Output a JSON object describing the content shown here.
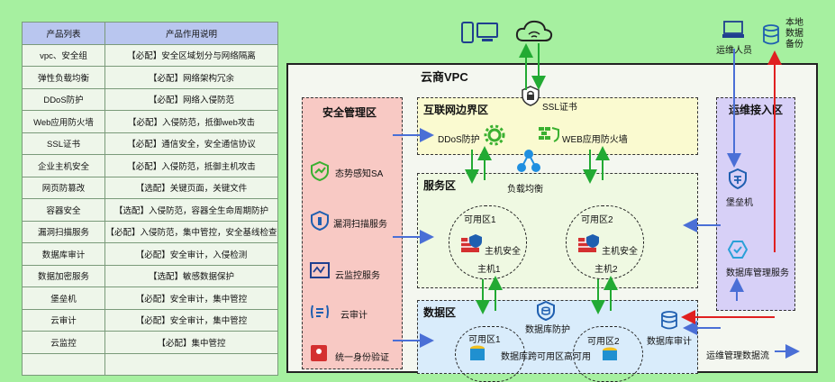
{
  "table": {
    "headers": [
      "产品列表",
      "产品作用说明"
    ],
    "rows": [
      [
        "vpc、安全组",
        "【必配】安全区域划分与网络隔离"
      ],
      [
        "弹性负载均衡",
        "【必配】网络架构冗余"
      ],
      [
        "DDoS防护",
        "【必配】网络入侵防范"
      ],
      [
        "Web应用防火墙",
        "【必配】入侵防范，抵御web攻击"
      ],
      [
        "SSL证书",
        "【必配】通信安全，安全通信协议"
      ],
      [
        "企业主机安全",
        "【必配】入侵防范，抵御主机攻击"
      ],
      [
        "网页防篡改",
        "【选配】关键页面，关键文件"
      ],
      [
        "容器安全",
        "【选配】入侵防范，容器全生命周期防护"
      ],
      [
        "漏洞扫描服务",
        "【必配】入侵防范，集中管控，安全基线检查"
      ],
      [
        "数据库审计",
        "【必配】安全审计，入侵检测"
      ],
      [
        "数据加密服务",
        "【选配】敏感数据保护"
      ],
      [
        "堡垒机",
        "【必配】安全审计，集中管控"
      ],
      [
        "云审计",
        "【必配】安全审计，集中管控"
      ],
      [
        "云监控",
        "【必配】集中管控"
      ],
      [
        "",
        ""
      ]
    ]
  },
  "diagram": {
    "vpc_title": "云商VPC",
    "ssl_label": "SSL证书",
    "ops_person": "运维人员",
    "local_backup": "本地\n数据\n备份",
    "security_zone": {
      "title": "安全管理区",
      "items": [
        "态势感知SA",
        "漏洞扫描服务",
        "云监控服务",
        "云审计",
        "统一身份验证"
      ]
    },
    "edge_zone": {
      "title": "互联网边界区",
      "ddos": "DDoS防护",
      "waf": "WEB应用防火墙"
    },
    "lb_label": "负载均衡",
    "service_zone": {
      "title": "服务区",
      "az1": "可用区1",
      "az2": "可用区2",
      "host_security": "主机安全",
      "host1": "主机1",
      "host2": "主机2"
    },
    "db_zone": {
      "title": "数据区",
      "db_protect": "数据库防护",
      "az1": "可用区1",
      "az2": "可用区2",
      "cross_az": "数据库跨可用区高可用",
      "db_audit": "数据库审计"
    },
    "ops_zone": {
      "title": "运维接入区",
      "bastion": "堡垒机",
      "db_mgmt": "数据库管理服务"
    },
    "ops_flow": "运维管理数据流"
  },
  "colors": {
    "bg": "#a6f0a0",
    "blue_arrow": "#4a6fd6",
    "green_arrow": "#22aa33",
    "red_arrow": "#e02020",
    "icon_blue": "#1f5fb0",
    "icon_green": "#3ab030",
    "icon_red": "#d43030"
  }
}
